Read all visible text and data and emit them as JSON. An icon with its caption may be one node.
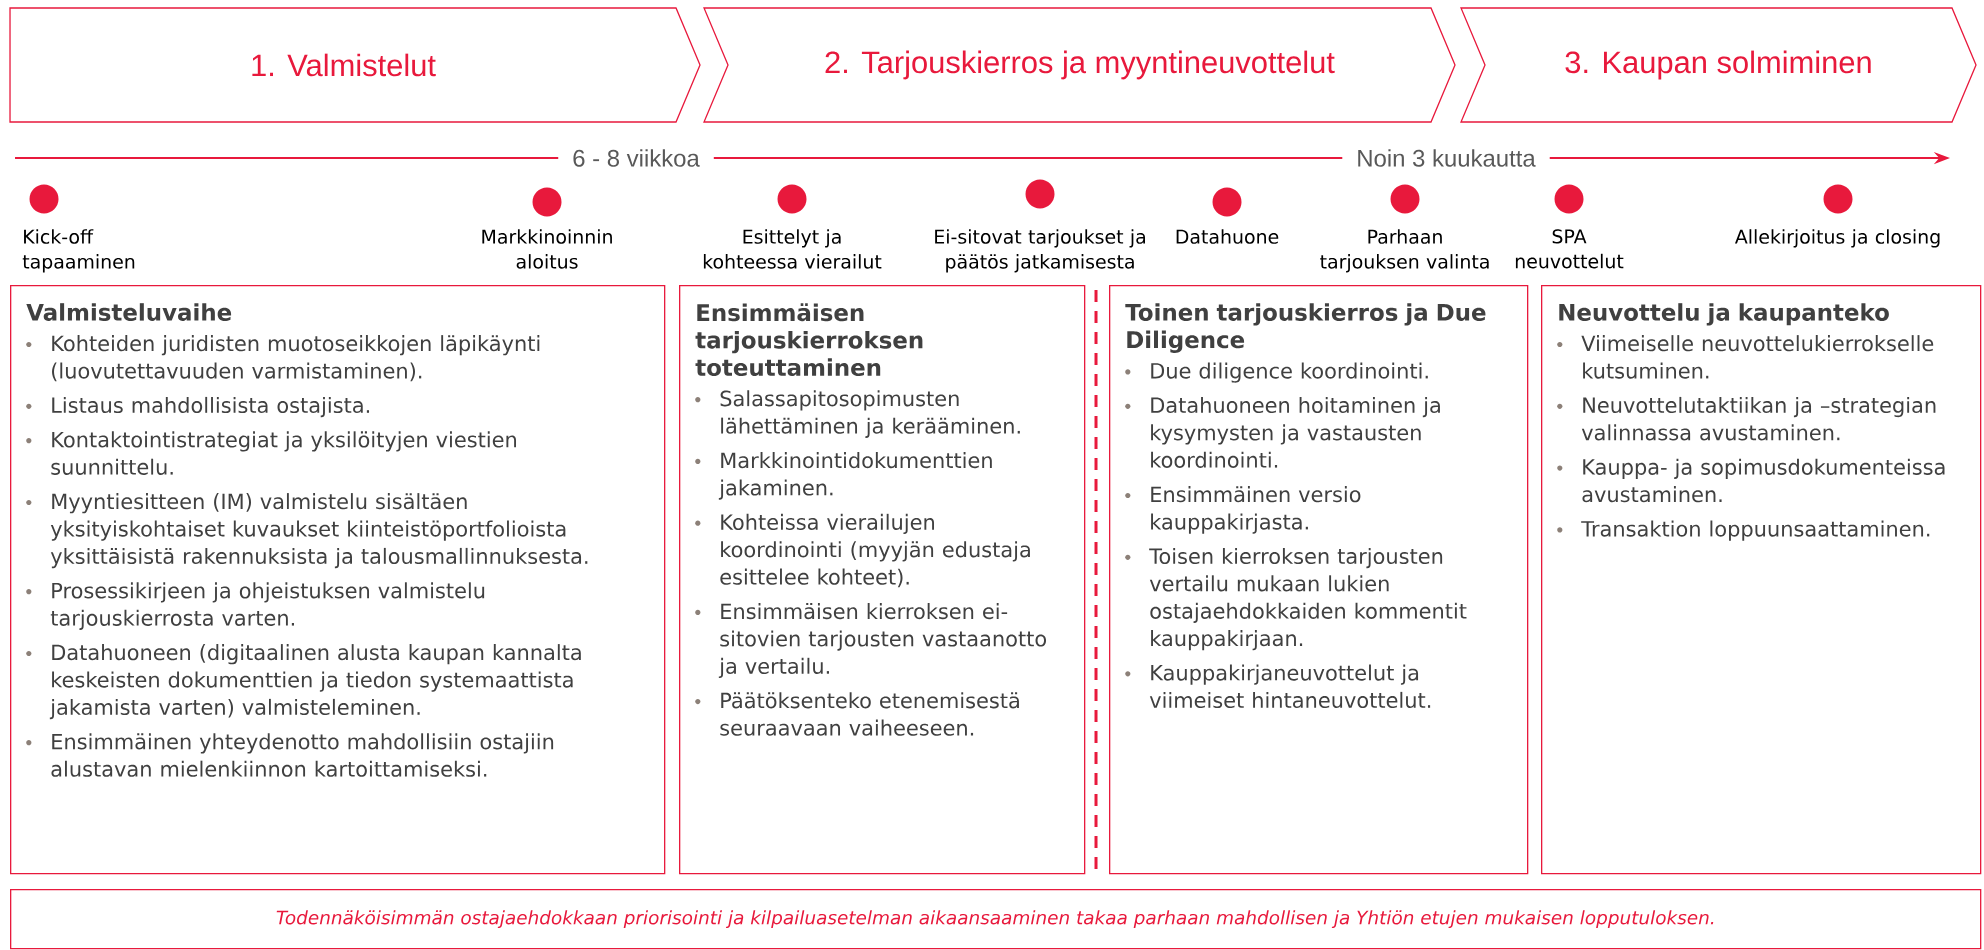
{
  "diagram": {
    "nodes": [
      {
        "text": [
          "1. Valmistelut"
        ]
      },
      {
        "text": [
          "2. Tarjouskierros ja myyntineuvottelut"
        ]
      },
      {
        "text": [
          "3. Kaupan solmiminen"
        ]
      },
      {
        "text": [],
        "shape": "circle",
        "beside": [
          "Kick-off tapaaminen"
        ]
      },
      {
        "text": [],
        "shape": "circle",
        "beside": [
          "Markkinoinnin aloitus"
        ]
      },
      {
        "text": [],
        "shape": "circle",
        "beside": [
          "Esittelyt ja kohteessa vierailut"
        ]
      },
      {
        "text": [],
        "shape": "circle",
        "beside": [
          "Ei-sitovat tarjoukset ja päätös jatkamisesta"
        ]
      },
      {
        "text": [],
        "shape": "circle",
        "beside": [
          "Datahuone"
        ]
      },
      {
        "text": [],
        "shape": "circle",
        "beside": [
          "Parhaan tarjouksen valinta"
        ]
      },
      {
        "text": [],
        "shape": "circle",
        "beside": [
          "SPA neuvottelut"
        ]
      },
      {
        "text": [],
        "shape": "circle",
        "beside": [
          "Allekirjoitus ja closing"
        ]
      },
      {
        "text": [
          "Valmisteluvaihe",
          "Kohteiden juridisten muotoseikkojen läpikäynti (luovutettavuuden varmistaminen).",
          "Listaus mahdollisista ostajista.",
          "Kontaktointistrategiat ja yksilöityjen viestien suunnittelu.",
          "Myyntiesitteen (IM) valmistelu sisältäen yksityiskohtaiset kuvaukset kiinteistöportfolioista yksittäisistä rakennuksista ja talousmallinnuksesta.",
          "Prosessikirjeen ja ohjeistuksen valmistelu tarjouskierrosta varten.",
          "Datahuoneen (digitaalinen alusta kaupan kannalta keskeisten dokumenttien ja tiedon systemaattista jakamista varten) valmisteleminen.",
          "Ensimmäinen yhteydenotto mahdollisiin ostajiin alustavan mielenkiinnon kartoittamiseksi."
        ]
      },
      {
        "text": [
          "Ensimmäisen tarjouskierroksen toteuttaminen",
          "Salassapitosopimusten lähettäminen ja kerääminen.",
          "Markkinointidokumenttien jakaminen.",
          "Kohteissa vierailujen koordinointi (myyjän edustaja esittelee kohteet).",
          "Ensimmäisen kierroksen ei-sitovien tarjousten vastaanotto ja vertailu.",
          "Päätöksenteko etenemisestä seuraavaan vaiheeseen."
        ]
      },
      {
        "text": [
          "Toinen tarjouskierros ja Due Diligence",
          "Due diligence koordinointi.",
          "Datahuoneen hoitaminen ja kysymysten ja vastausten koordinointi.",
          "Ensimmäinen versio kauppakirjasta.",
          "Toisen kierroksen tarjousten vertailu mukaan lukien ostajaehdokkaiden kommentit kauppakirjaan.",
          "Kauppakirjaneuvottelut ja viimeiset hintaneuvottelut."
        ]
      },
      {
        "text": [
          "Neuvottelu ja kaupanteko",
          "Viimeiselle neuvottelukierrokselle kutsuminen.",
          "Neuvottelutaktiikan ja –strategian valinnassa avustaminen.",
          "Kauppa- ja sopimusdokumenteissa avustaminen.",
          "Transaktion loppuunsaattaminen."
        ]
      },
      {
        "text": [
          "Todennäköisimmän ostajaehdokkaan priorisointi ja kilpailuasetelman aikaansaaminen takaa parhaan mahdollisen ja Yhtiön etujen mukaisen lopputuloksen."
        ]
      }
    ],
    "labels": [
      "6 - 8 viikkoa",
      "Noin 3 kuukautta"
    ]
  }
}
